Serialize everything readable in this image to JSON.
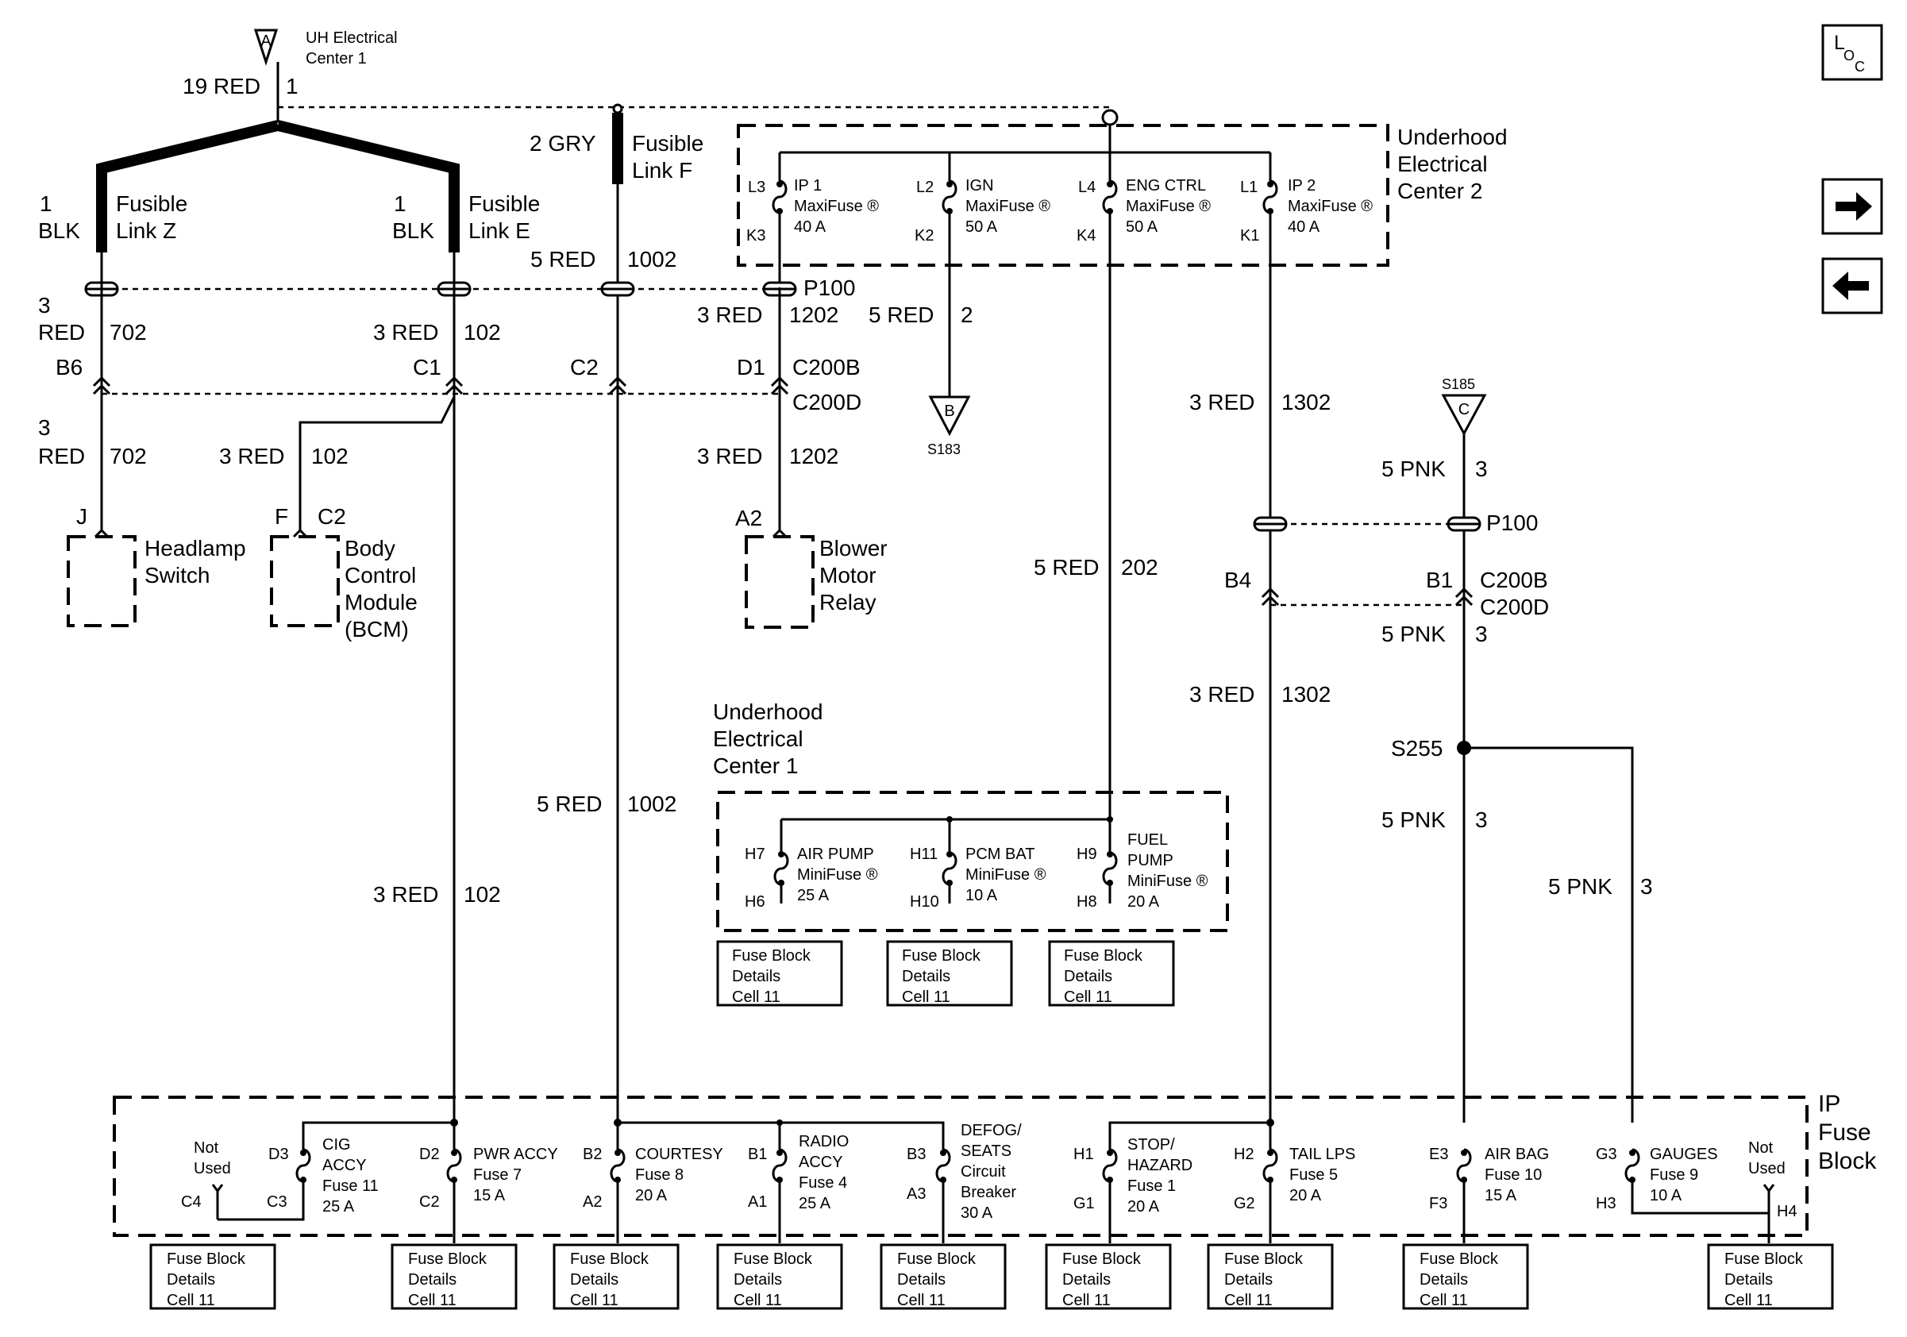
{
  "nav": {
    "loc_icon": "loc-icon",
    "forward_icon": "arrow-right-icon",
    "back_icon": "arrow-left-icon"
  },
  "loc": {
    "l": "L",
    "o": "O",
    "c": "C"
  },
  "top": {
    "uh1": [
      "UH Electrical",
      "Center 1"
    ],
    "uh1_conn": "A",
    "wire_19red": "19 RED",
    "wire_19red_ckt": "1",
    "link_z": {
      "size": "1",
      "color": "BLK",
      "name": [
        "Fusible",
        "Link Z"
      ]
    },
    "link_e": {
      "size": "1",
      "color": "BLK",
      "name": [
        "Fusible",
        "Link E"
      ]
    },
    "link_f": {
      "wire": "2 GRY",
      "name": [
        "Fusible",
        "Link F"
      ]
    }
  },
  "uec2": {
    "title": [
      "Underhood",
      "Electrical",
      "Center 2"
    ],
    "fuses": [
      {
        "top": "L3",
        "bottom": "K3",
        "name": [
          "IP 1",
          "MaxiFuse ®",
          "40 A"
        ]
      },
      {
        "top": "L2",
        "bottom": "K2",
        "name": [
          "IGN",
          "MaxiFuse ®",
          "50 A"
        ]
      },
      {
        "top": "L4",
        "bottom": "K4",
        "name": [
          "ENG CTRL",
          "MaxiFuse ®",
          "50 A"
        ]
      },
      {
        "top": "L1",
        "bottom": "K1",
        "name": [
          "IP 2",
          "MaxiFuse ®",
          "40 A"
        ]
      }
    ]
  },
  "wires": {
    "w3red702_a": [
      "3",
      "RED",
      "702"
    ],
    "w3red102_a": [
      "3 RED",
      "102"
    ],
    "w5red1002_a": [
      "5 RED",
      "1002"
    ],
    "w3red1202_a": [
      "3 RED",
      "1202"
    ],
    "w5red2": [
      "5 RED",
      "2"
    ],
    "w3red702_b": [
      "3",
      "RED",
      "702"
    ],
    "w3red102_b": [
      "3 RED",
      "102"
    ],
    "w3red1202_b": [
      "3 RED",
      "1202"
    ],
    "w3red1302_a": [
      "3 RED",
      "1302"
    ],
    "w5red202": [
      "5 RED",
      "202"
    ],
    "w3red1302_b": [
      "3 RED",
      "1302"
    ],
    "w5red1002_b": [
      "5 RED",
      "1002"
    ],
    "w3red102_c": [
      "3 RED",
      "102"
    ],
    "w5pnk3_a": [
      "5 PNK",
      "3"
    ],
    "w5pnk3_b": [
      "5 PNK",
      "3"
    ],
    "w5pnk3_c": [
      "5 PNK",
      "3"
    ],
    "w5pnk3_d": [
      "5 PNK",
      "3"
    ]
  },
  "connectors": {
    "p100_a": "P100",
    "c200b_a": "C200B",
    "c200d_a": "C200D",
    "b6": "B6",
    "c1": "C1",
    "c2": "C2",
    "d1": "D1",
    "p100_b": "P100",
    "c200b_b": "C200B",
    "c200d_b": "C200D",
    "b4": "B4",
    "b1": "B1",
    "j": "J",
    "f": "F",
    "c2b": "C2",
    "a2": "A2"
  },
  "grounds": {
    "s183": {
      "letter": "B",
      "label": "S183"
    },
    "s185": {
      "letter": "C",
      "label": "S185"
    }
  },
  "splice_s255": "S255",
  "components": {
    "headlamp": [
      "Headlamp",
      "Switch"
    ],
    "bcm": [
      "Body",
      "Control",
      "Module",
      "(BCM)"
    ],
    "blower": [
      "Blower",
      "Motor",
      "Relay"
    ]
  },
  "uec1": {
    "title": [
      "Underhood",
      "Electrical",
      "Center 1"
    ],
    "fuses": [
      {
        "top": "H7",
        "bottom": "H6",
        "name": [
          "AIR PUMP",
          "MiniFuse ®",
          "25 A"
        ]
      },
      {
        "top": "H11",
        "bottom": "H10",
        "name": [
          "PCM BAT",
          "MiniFuse ®",
          "10 A"
        ]
      },
      {
        "top": "H9",
        "bottom": "H8",
        "name": [
          "FUEL",
          "PUMP",
          "MiniFuse ®",
          "20 A"
        ]
      }
    ]
  },
  "fbd": [
    "Fuse Block",
    "Details",
    "Cell 11"
  ],
  "ipfb": {
    "title": [
      "IP",
      "Fuse",
      "Block"
    ],
    "not_used": [
      "Not",
      "Used"
    ],
    "c4": "C4",
    "h4": "H4",
    "fuses": [
      {
        "top": "D3",
        "bottom": "C3",
        "name": [
          "CIG",
          "ACCY",
          "Fuse 11",
          "25 A"
        ]
      },
      {
        "top": "D2",
        "bottom": "C2",
        "name": [
          "PWR ACCY",
          "Fuse 7",
          "15 A"
        ]
      },
      {
        "top": "B2",
        "bottom": "A2",
        "name": [
          "COURTESY",
          "Fuse 8",
          "20 A"
        ]
      },
      {
        "top": "B1",
        "bottom": "A1",
        "name": [
          "RADIO",
          "ACCY",
          "Fuse 4",
          "25 A"
        ]
      },
      {
        "top": "B3",
        "bottom": "A3",
        "name": [
          "DEFOG/",
          "SEATS",
          "Circuit",
          "Breaker",
          "30 A"
        ]
      },
      {
        "top": "H1",
        "bottom": "G1",
        "name": [
          "STOP/",
          "HAZARD",
          "Fuse 1",
          "20 A"
        ]
      },
      {
        "top": "H2",
        "bottom": "G2",
        "name": [
          "TAIL LPS",
          "Fuse 5",
          "20 A"
        ]
      },
      {
        "top": "E3",
        "bottom": "F3",
        "name": [
          "AIR BAG",
          "Fuse 10",
          "15 A"
        ]
      },
      {
        "top": "G3",
        "bottom": "H3",
        "name": [
          "GAUGES",
          "Fuse 9",
          "10 A"
        ]
      }
    ]
  }
}
